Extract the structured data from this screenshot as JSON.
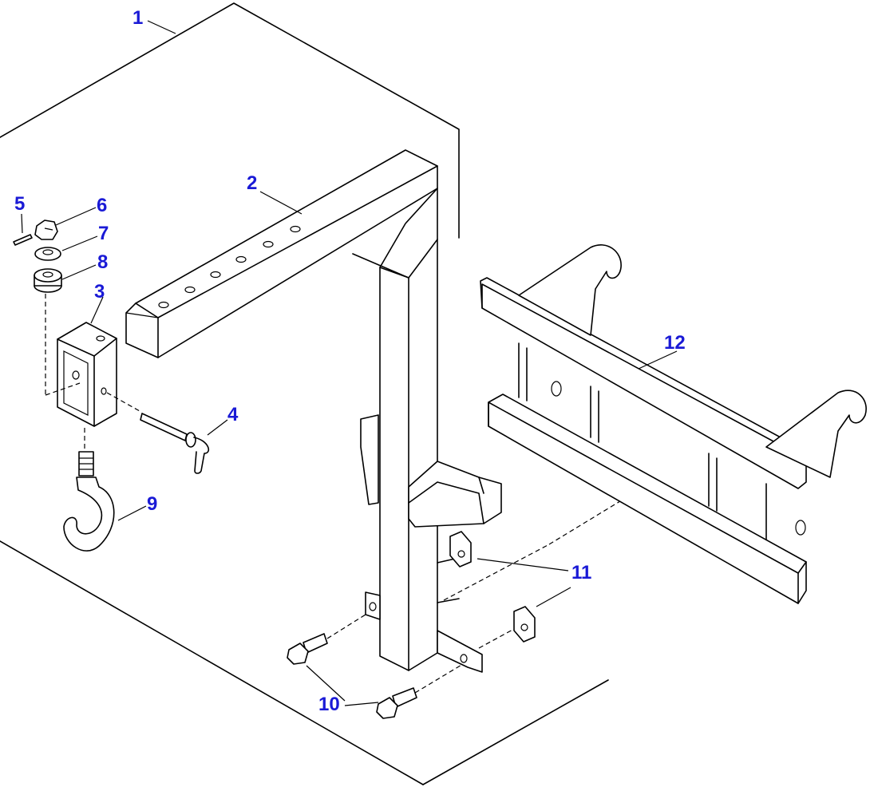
{
  "diagram": {
    "callouts": [
      {
        "id": "1",
        "label": "1"
      },
      {
        "id": "2",
        "label": "2"
      },
      {
        "id": "3",
        "label": "3"
      },
      {
        "id": "4",
        "label": "4"
      },
      {
        "id": "5",
        "label": "5"
      },
      {
        "id": "6",
        "label": "6"
      },
      {
        "id": "7",
        "label": "7"
      },
      {
        "id": "8",
        "label": "8"
      },
      {
        "id": "9",
        "label": "9"
      },
      {
        "id": "10",
        "label": "10"
      },
      {
        "id": "11",
        "label": "11"
      },
      {
        "id": "12",
        "label": "12"
      }
    ],
    "colors": {
      "callout": "#1a1ad6",
      "line": "#000000",
      "background": "#ffffff"
    }
  }
}
